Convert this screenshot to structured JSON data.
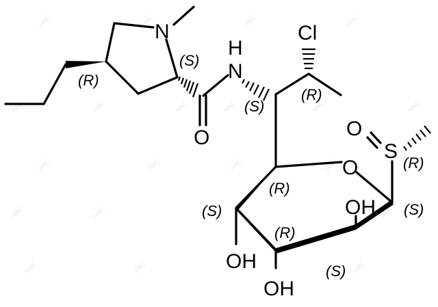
{
  "molecule": {
    "atoms": {
      "n_ring": "N",
      "n_amide": "N",
      "h_amide": "H",
      "cl": "Cl",
      "o_carbonyl": "O",
      "s_sulfoxide": "S",
      "o_sulfoxide": "O",
      "o_ring": "O",
      "oh_right": "OH",
      "oh_left": "OH",
      "oh_bottom": "OH"
    },
    "stereo_labels": [
      {
        "id": "pyrrolidine-c4",
        "text": "(R)"
      },
      {
        "id": "pyrrolidine-c2",
        "text": "(S)"
      },
      {
        "id": "c7",
        "text": "(S)"
      },
      {
        "id": "c8",
        "text": "(R)"
      },
      {
        "id": "sulfur",
        "text": "(R)"
      },
      {
        "id": "ring-c5",
        "text": "(R)"
      },
      {
        "id": "ring-c4",
        "text": "(S)"
      },
      {
        "id": "ring-c1",
        "text": "(S)"
      },
      {
        "id": "ring-c3",
        "text": "(R)"
      },
      {
        "id": "ring-c2",
        "text": "(S)"
      }
    ]
  }
}
